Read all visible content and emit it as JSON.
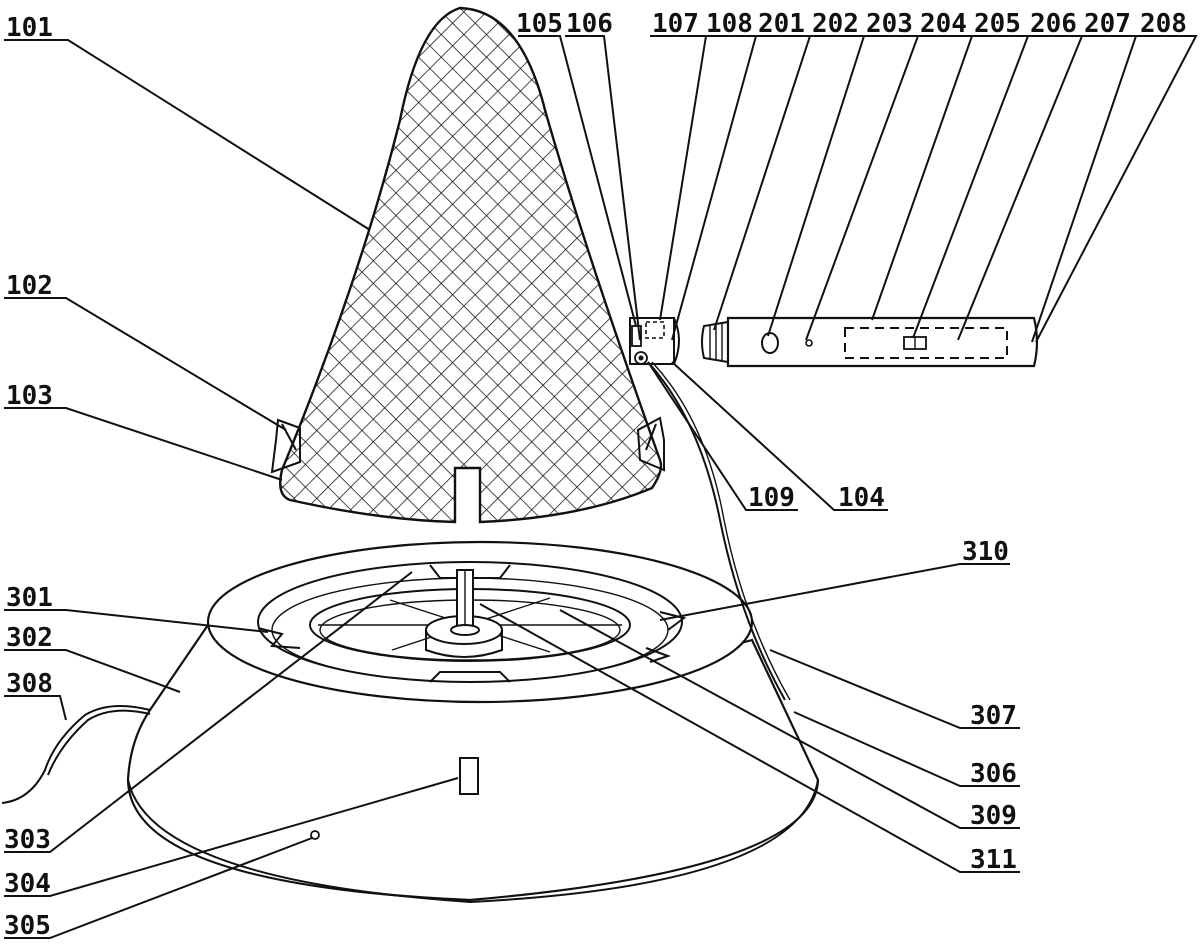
{
  "labels": {
    "l101": "101",
    "l102": "102",
    "l103": "103",
    "l105": "105",
    "l106": "106",
    "l107": "107",
    "l108": "108",
    "l201": "201",
    "l202": "202",
    "l203": "203",
    "l204": "204",
    "l205": "205",
    "l206": "206",
    "l207": "207",
    "l208": "208",
    "l109": "109",
    "l104": "104",
    "l310": "310",
    "l301": "301",
    "l302": "302",
    "l308": "308",
    "l307": "307",
    "l306": "306",
    "l309": "309",
    "l311": "311",
    "l303": "303",
    "l304": "304",
    "l305": "305"
  }
}
